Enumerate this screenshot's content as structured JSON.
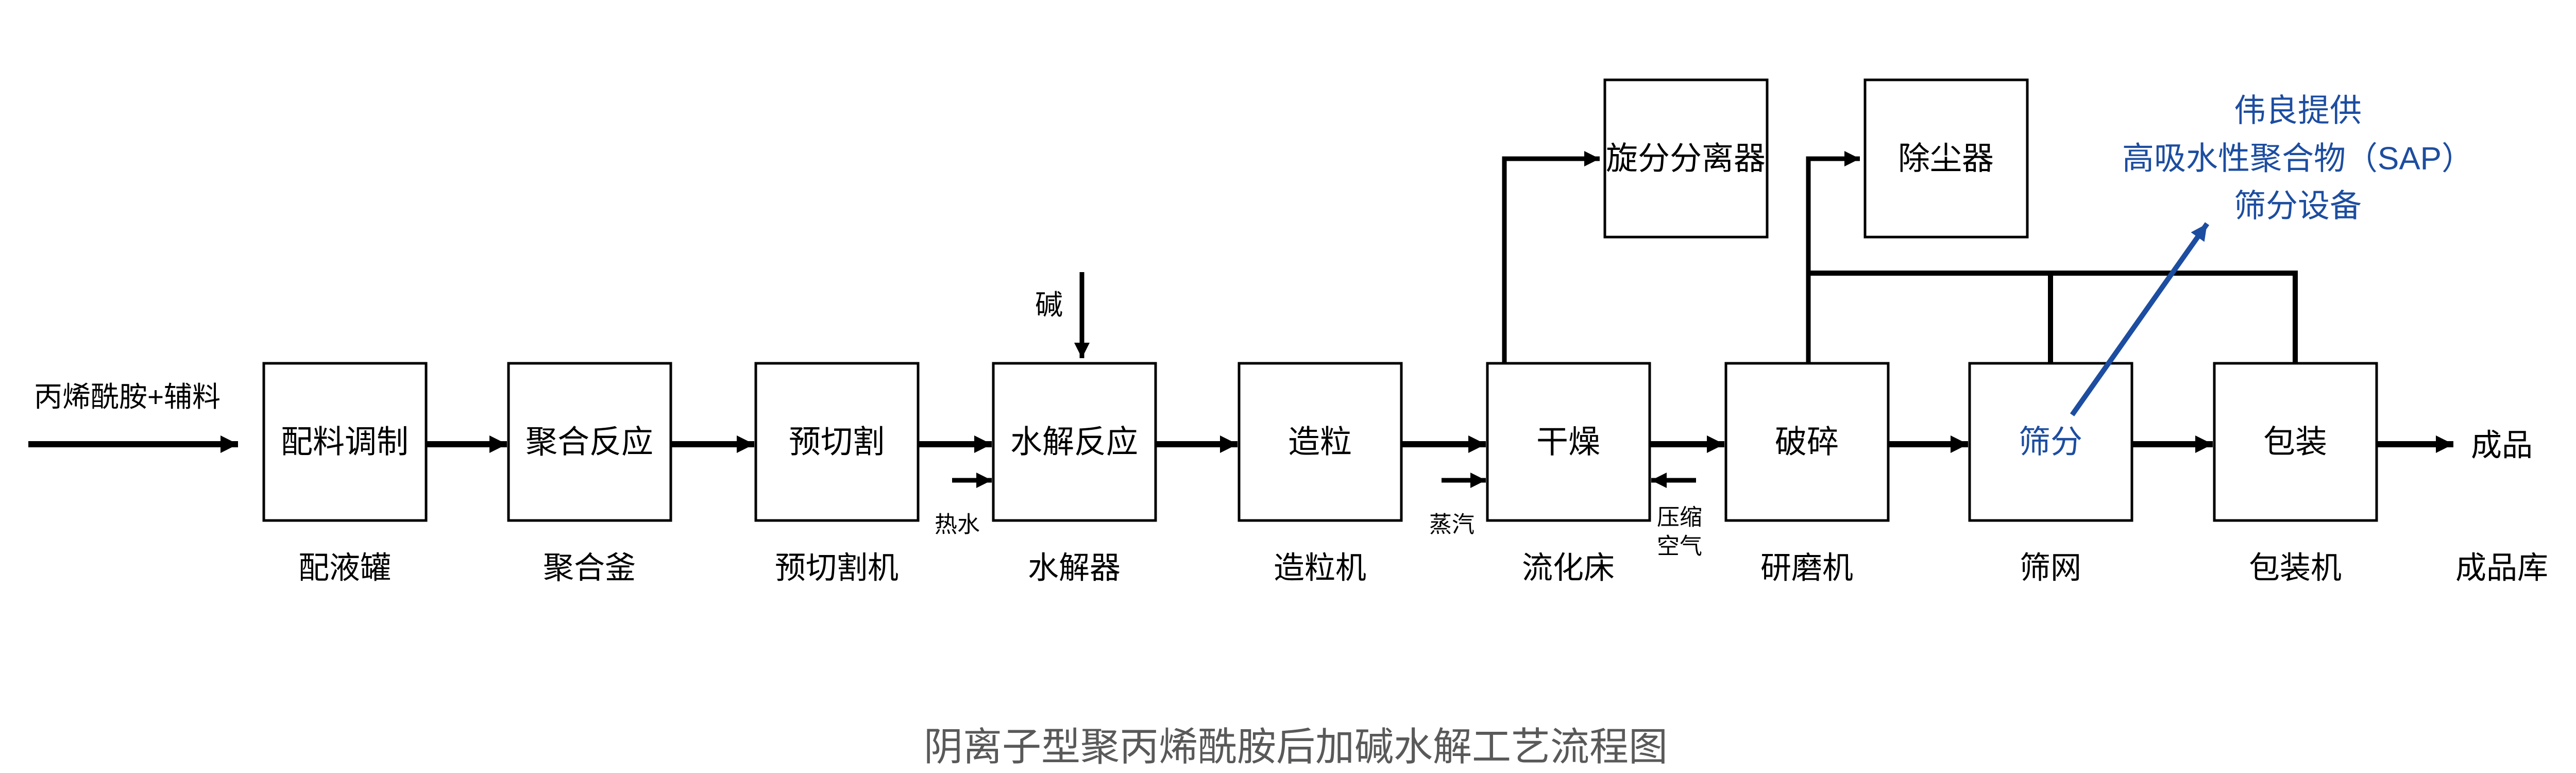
{
  "diagram": {
    "title": "阴离子型聚丙烯酰胺后加碱水解工艺流程图",
    "feed_label": "丙烯酰胺+辅料",
    "product_label": "成品",
    "product_store_label": "成品库",
    "steps": [
      {
        "name": "配料调制",
        "equipment": "配液罐"
      },
      {
        "name": "聚合反应",
        "equipment": "聚合釜"
      },
      {
        "name": "预切割",
        "equipment": "预切割机"
      },
      {
        "name": "水解反应",
        "equipment": "水解器"
      },
      {
        "name": "造粒",
        "equipment": "造粒机"
      },
      {
        "name": "干燥",
        "equipment": "流化床"
      },
      {
        "name": "破碎",
        "equipment": "研磨机"
      },
      {
        "name": "筛分",
        "equipment": "筛网"
      },
      {
        "name": "包装",
        "equipment": "包装机"
      }
    ],
    "dust_collection": [
      {
        "name": "旋分分离器"
      },
      {
        "name": "除尘器"
      }
    ],
    "stream_labels": {
      "alkali": "碱",
      "hot_water": "热水",
      "steam": "蒸汽",
      "compressed_air_line1": "压缩",
      "compressed_air_line2": "空气"
    },
    "annotation": {
      "line1": "伟良提供",
      "line2": "高吸水性聚合物（SAP）",
      "line3": "筛分设备"
    },
    "colors": {
      "accent_blue": "#1c4da0",
      "title_gray": "#595959",
      "diagram_black": "#000000"
    }
  }
}
